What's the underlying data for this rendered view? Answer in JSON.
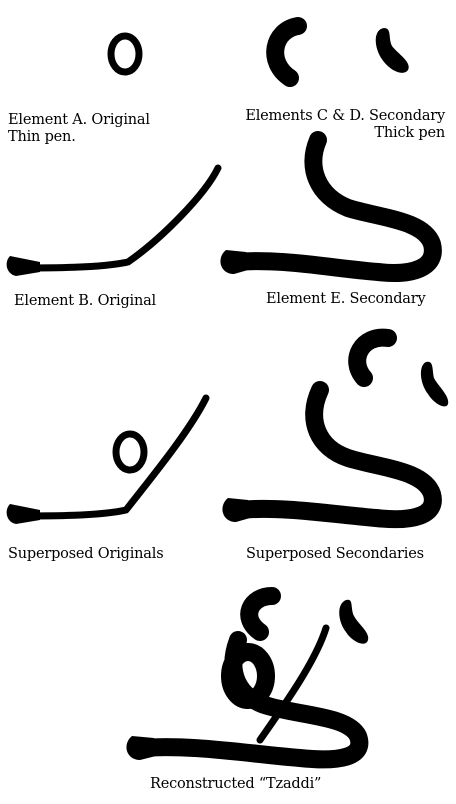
{
  "labels": {
    "element_a_line1": "Element A. Original",
    "element_a_line2": "Thin pen.",
    "elements_cd_line1": "Elements C & D. Secondary",
    "elements_cd_line2": "Thick pen",
    "element_b": "Element B. Original",
    "element_e": "Element E. Secondary",
    "superposed_originals": "Superposed Originals",
    "superposed_secondaries": "Superposed Secondaries",
    "reconstructed": "Reconstructed “Tzaddi”"
  }
}
